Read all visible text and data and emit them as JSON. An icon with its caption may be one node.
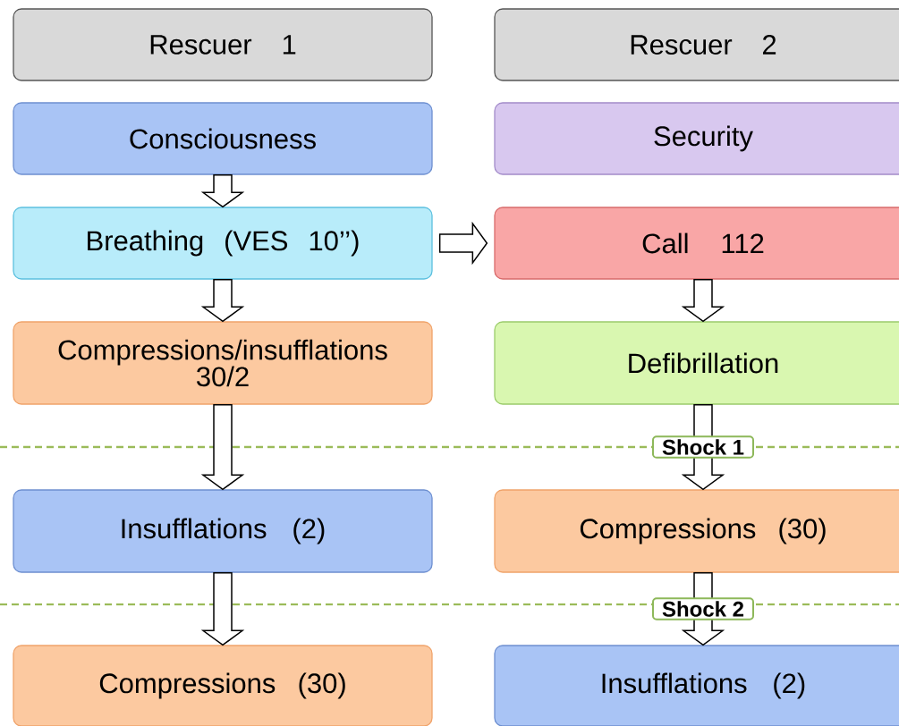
{
  "diagram": {
    "nodes": [
      {
        "text": [
          "Rescuer 1"
        ]
      },
      {
        "text": [
          "Rescuer 2"
        ]
      },
      {
        "text": [
          "Consciousness"
        ]
      },
      {
        "text": [
          "Security"
        ]
      },
      {
        "text": [
          "Breathing (VES 10’’)"
        ]
      },
      {
        "text": [
          "Call 112"
        ]
      },
      {
        "text": [
          "Compressions/insufflations 30/2"
        ]
      },
      {
        "text": [
          "Defibrillation"
        ]
      },
      {
        "text": [
          "Insufflations (2)"
        ]
      },
      {
        "text": [
          "Compressions (30)"
        ]
      },
      {
        "text": [
          "Compressions (30)"
        ]
      },
      {
        "text": [
          "Insufflations (2)"
        ]
      }
    ],
    "edges": [
      {
        "from": 2,
        "to": 4,
        "arrow": "to"
      },
      {
        "from": 4,
        "to": 6,
        "arrow": "to"
      },
      {
        "from": 6,
        "to": 8,
        "arrow": "to"
      },
      {
        "from": 8,
        "to": 10,
        "arrow": "to"
      },
      {
        "from": 4,
        "to": 5,
        "arrow": "to"
      },
      {
        "from": 5,
        "to": 7,
        "arrow": "to"
      },
      {
        "from": 7,
        "to": 9,
        "arrow": "to",
        "label": "Shock 1"
      },
      {
        "from": 9,
        "to": 11,
        "arrow": "to",
        "label": "Shock 2"
      }
    ]
  }
}
